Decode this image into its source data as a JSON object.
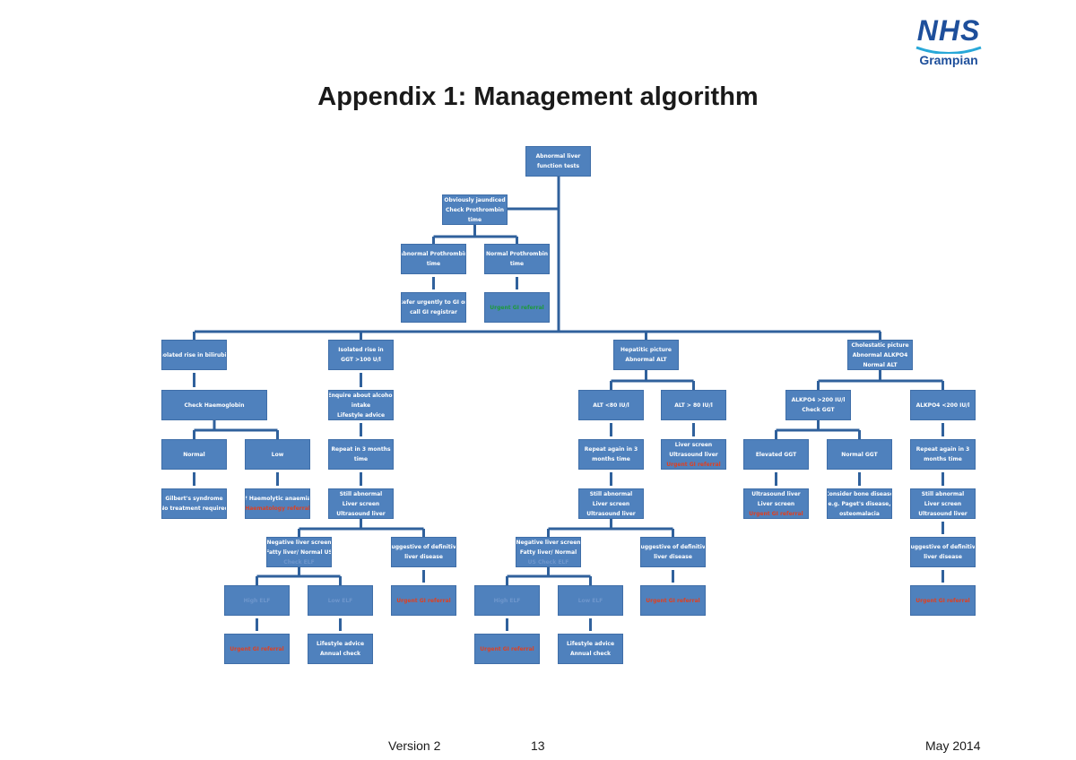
{
  "logo": {
    "brand": "NHS",
    "region": "Grampian"
  },
  "title": "Appendix 1: Management algorithm",
  "footer": {
    "version": "Version 2",
    "page": "13",
    "date": "May 2014"
  },
  "nodes": {
    "root": [
      "Abnormal liver",
      "function tests"
    ],
    "jaundiced": [
      "Obviously jaundiced",
      "Check Prothrombin",
      "time"
    ],
    "abn_pt": [
      "Abnormal Prothrombin",
      "time"
    ],
    "norm_pt": [
      "Normal Prothrombin",
      "time"
    ],
    "refer_urgent": [
      "Refer urgently to GI on",
      "call GI registrar"
    ],
    "urgent_ref": [
      "Urgent GI referral"
    ],
    "iso_bili": [
      "Isolated rise in bilirubin"
    ],
    "iso_ggt": [
      "Isolated rise in",
      "GGT >100 U/l"
    ],
    "hepatitic": [
      "Hepatitic picture",
      "Abnormal ALT"
    ],
    "cholestatic": [
      "Cholestatic picture",
      "Abnormal ALKPO4",
      "Normal ALT"
    ],
    "check_hb": [
      "Check Haemoglobin"
    ],
    "enquire_alcohol": [
      "Enquire about alcohol",
      "intake",
      "Lifestyle advice"
    ],
    "alt_lt": [
      "ALT <80 IU/l"
    ],
    "alt_gt": [
      "ALT > 80 IU/l"
    ],
    "alk_gt": [
      "ALKPO4 >200 IU/l",
      "Check GGT"
    ],
    "alk_lt": [
      "ALKPO4 <200 IU/l"
    ],
    "normal": [
      "Normal"
    ],
    "low": [
      "Low"
    ],
    "repeat_ggt": [
      "Repeat in 3 months",
      "time"
    ],
    "repeat_alt": [
      "Repeat again in 3",
      "months time"
    ],
    "alt_gt_screen": [
      "Liver screen",
      "Ultrasound liver",
      "Urgent GI referral"
    ],
    "elevated_ggt": [
      "Elevated GGT"
    ],
    "normal_ggt": [
      "Normal GGT"
    ],
    "repeat_alk": [
      "Repeat again in 3",
      "months time"
    ],
    "gilberts": [
      "Gilbert's syndrome",
      "No treatment required"
    ],
    "haemolytic": [
      "? Haemolytic anaemia",
      "Haematology referral"
    ],
    "still_abn_ggt": [
      "Still abnormal",
      "Liver screen",
      "Ultrasound liver"
    ],
    "still_abn_alt": [
      "Still abnormal",
      "Liver screen",
      "Ultrasound liver"
    ],
    "elev_ggt_us": [
      "Ultrasound liver",
      "Liver screen",
      "Urgent GI referral"
    ],
    "bone_disease": [
      "Consider bone disease",
      "e.g. Paget's disease,",
      "osteomalacia"
    ],
    "still_abn_alk": [
      "Still abnormal",
      "Liver screen",
      "Ultrasound liver"
    ],
    "neg_screen_1": [
      "Negative liver screen",
      "Fatty liver/ Normal US",
      "Check ELF"
    ],
    "suggest_1": [
      "Suggestive of definitive",
      "liver disease"
    ],
    "neg_screen_2": [
      "Negative liver screen",
      "Fatty liver/ Normal",
      "US Check ELF"
    ],
    "suggest_2": [
      "Suggestive of definitive",
      "liver disease"
    ],
    "suggest_3": [
      "Suggestive of definitive",
      "liver disease"
    ],
    "high_elf_1": [
      "High ELF"
    ],
    "low_elf_1": [
      "Low ELF"
    ],
    "refer_1": [
      "Urgent GI referral"
    ],
    "high_elf_2": [
      "High ELF"
    ],
    "low_elf_2": [
      "Low ELF"
    ],
    "refer_2": [
      "Urgent GI referral"
    ],
    "refer_3": [
      "Urgent GI referral"
    ],
    "refer_elf_high_1": [
      "Urgent GI referral"
    ],
    "lifestyle_1": [
      "Lifestyle advice",
      "Annual check"
    ],
    "refer_elf_high_2": [
      "Urgent GI referral"
    ],
    "lifestyle_2": [
      "Lifestyle advice",
      "Annual check"
    ]
  },
  "colors": {
    "box": "#4f81bd",
    "line": "#30619c",
    "referral_text": "#e04020",
    "urgent_text": "#1d9a3a",
    "brand": "#1e4f9b"
  }
}
